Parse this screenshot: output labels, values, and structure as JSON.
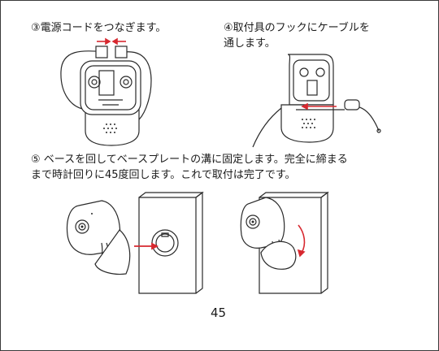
{
  "steps": {
    "step3": "③電源コードをつなぎます。",
    "step4_line1": "④取付具のフックにケーブルを",
    "step4_line2": "通します。",
    "step5_line1": "⑤ ベースを回してベースプレートの溝に固定します。完全に締まる",
    "step5_line2": "まで時計回りに45度回します。これで取付は完了です。"
  },
  "page_number": "45",
  "colors": {
    "arrow": "#d7282f",
    "line": "#2a2a2a"
  }
}
